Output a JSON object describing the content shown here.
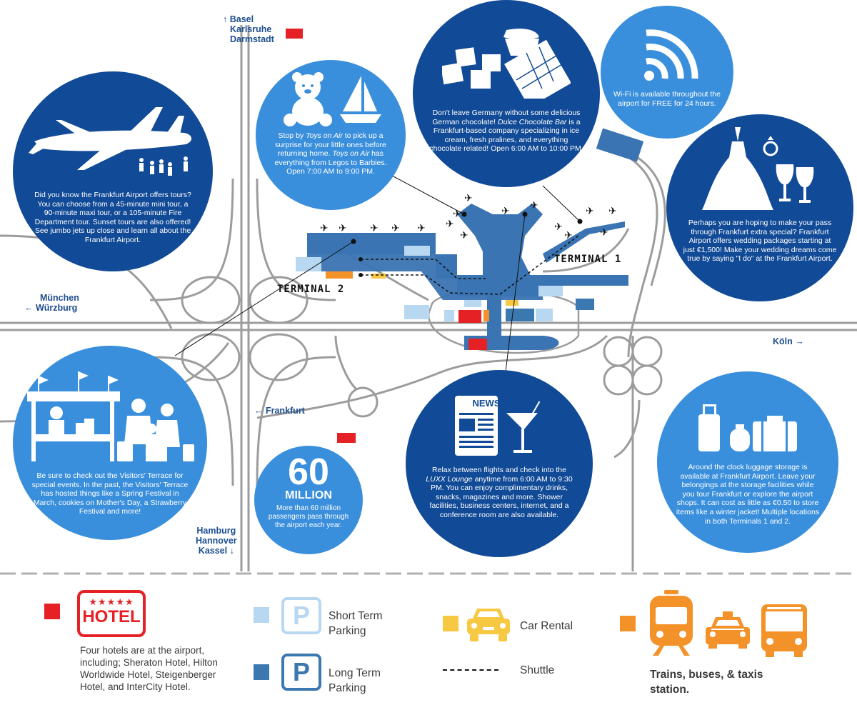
{
  "colors": {
    "dark_blue": "#114a96",
    "mid_blue": "#3a8fdc",
    "terminal_blue": "#3a74b3",
    "short_term": "#b8d8f2",
    "long_term": "#3b78b0",
    "car_rental": "#f7c842",
    "transit": "#f29229",
    "hotel": "#e52126",
    "roads": "#9c9c9c"
  },
  "directions": {
    "north": [
      "Basel",
      "Karlsruhe",
      "Darmstadt"
    ],
    "west": [
      "München",
      "Würzburg"
    ],
    "east": "Köln",
    "frankfurt": "Frankfurt",
    "south": [
      "Hamburg",
      "Hannover",
      "Kassel"
    ]
  },
  "terminals": {
    "t1": "TERMINAL 1",
    "t2": "TERMINAL 2"
  },
  "tours": {
    "text": "Did you know the Frankfurt Airport offers tours? You can choose from a 45-minute mini tour, a 90-minute maxi tour, or a 105-minute Fire Department tour. Sunset tours are also offered! See jumbo jets up close and learn all about the Frankfurt Airport."
  },
  "toys": {
    "pre": "Stop by ",
    "name1": "Toys on Air",
    "mid": " to pick up a surprise for your little ones before returning home. ",
    "name2": "Toys on Air",
    "post": " has everything from Legos to Barbies. Open 7:00 AM to 9:00 PM."
  },
  "chocolate": {
    "pre": "Don't leave Germany without some delicious German chocolate! ",
    "name": "Dulce Chocolate Bar",
    "post": " is a Frankfurt-based company specializing in ice cream, fresh pralines, and everything chocolate related! Open 6:00 AM to 10:00 PM."
  },
  "wifi": {
    "text": "Wi-Fi is available throughout the airport for FREE for 24 hours."
  },
  "wedding": {
    "text": "Perhaps you are hoping to make your pass through Frankfurt extra special? Frankfurt Airport offers wedding packages starting at just €1,500! Make your wedding dreams come true by saying \"I do\" at the Frankfurt Airport."
  },
  "terrace": {
    "text": "Be sure to check out the Visitors' Terrace for special events. In the past, the Visitors' Terrace has hosted things like a Spring Festival in March, cookies on Mother's Day, a Strawberry Festival and more!"
  },
  "passengers": {
    "number": "60",
    "unit": "MILLION",
    "text": "More than 60 million passengers pass through the airport each year."
  },
  "lounge": {
    "icon_label": "NEWS",
    "pre": "Relax between flights and check into the ",
    "name": "LUXX Lounge",
    "post": " anytime from 6:00 AM to 9:30 PM. You can enjoy complimentary drinks, snacks, magazines and more. Shower facilities, business centers, internet, and a conference room are also available."
  },
  "luggage": {
    "text": "Around the clock luggage storage is available at Frankfurt Airport. Leave your belongings at the storage facilities while you tour Frankfurt or explore the airport shops. It can cost as little as €0.50 to store items like a winter jacket! Multiple locations in both Terminals 1 and 2."
  },
  "legend": {
    "hotel_sign": "HOTEL",
    "hotel_text": "Four hotels are at the airport, including; Sheraton Hotel, Hilton Worldwide Hotel, Steigenberger Hotel, and InterCity Hotel.",
    "short_term": "Short Term Parking",
    "long_term": "Long Term Parking",
    "parking_letter": "P",
    "car_rental": "Car Rental",
    "shuttle": "Shuttle",
    "transit": "Trains, buses, & taxis station."
  }
}
